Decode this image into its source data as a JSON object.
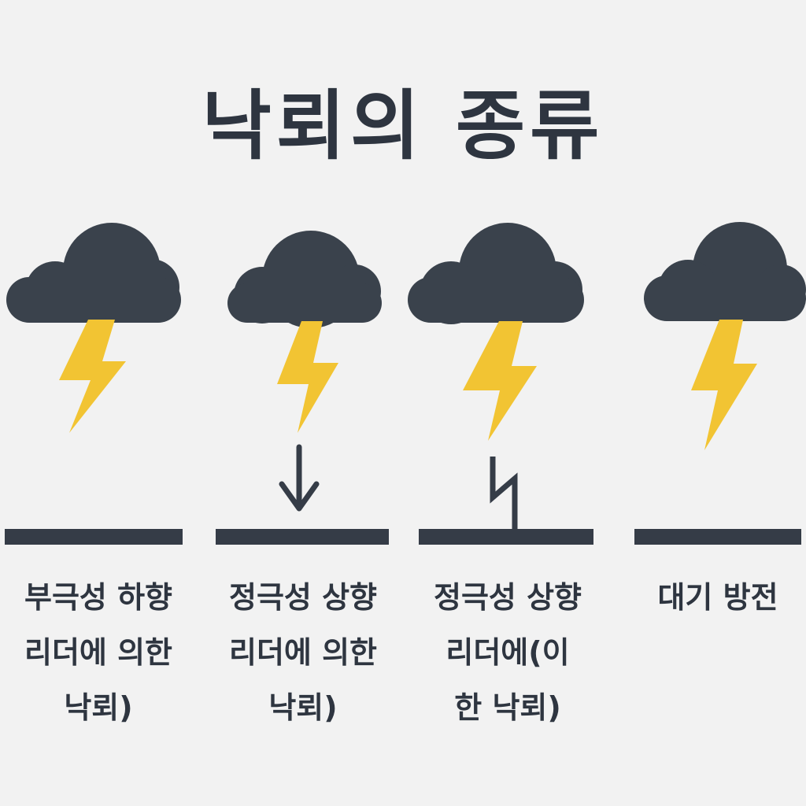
{
  "title": "낙뢰의 종류",
  "colors": {
    "background": "#f2f2f2",
    "cloud": "#3a424c",
    "bolt": "#f2c433",
    "ground": "#353c47",
    "text": "#2e3540"
  },
  "types": [
    {
      "icon": "cloud-lightning-icon",
      "indicator": "none",
      "caption_lines": [
        "부극성 하향",
        "리더에 의한",
        "낙뢰)"
      ]
    },
    {
      "icon": "cloud-lightning-icon",
      "indicator": "down-arrow",
      "caption_lines": [
        "정극성 상향",
        "리더에 의한",
        "낙뢰)"
      ]
    },
    {
      "icon": "cloud-lightning-icon",
      "indicator": "upward-leader",
      "caption_lines": [
        "정극성 상향",
        "리더에(이",
        "한 낙뢰)"
      ]
    },
    {
      "icon": "cloud-lightning-icon",
      "indicator": "none",
      "caption_lines": [
        "대기 방전"
      ]
    }
  ]
}
